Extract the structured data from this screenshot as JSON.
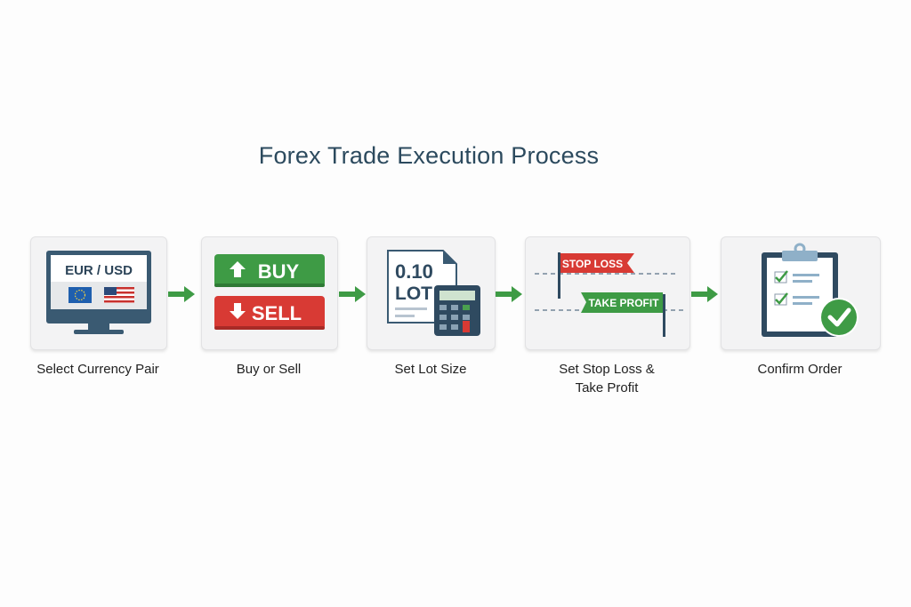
{
  "title": "Forex Trade Execution Process",
  "colors": {
    "green": "#3e9b45",
    "red": "#d83a34",
    "navy": "#2f5068",
    "title": "#2c4a5e"
  },
  "steps": [
    {
      "label": "Select Currency Pair",
      "icon": "monitor-currency-pair-icon",
      "pair": "EUR / USD"
    },
    {
      "label": "Buy or Sell",
      "icon": "buy-sell-buttons-icon",
      "buy": "BUY",
      "sell": "SELL"
    },
    {
      "label": "Set Lot Size",
      "icon": "lot-calculator-icon",
      "lot_value": "0.10",
      "lot_unit": "LOT"
    },
    {
      "label_line1": "Set Stop Loss &",
      "label_line2": "Take Profit",
      "icon": "stop-loss-take-profit-flags-icon",
      "stop_loss": "STOP LOSS",
      "take_profit": "TAKE PROFIT"
    },
    {
      "label": "Confirm Order",
      "icon": "clipboard-check-icon"
    }
  ]
}
